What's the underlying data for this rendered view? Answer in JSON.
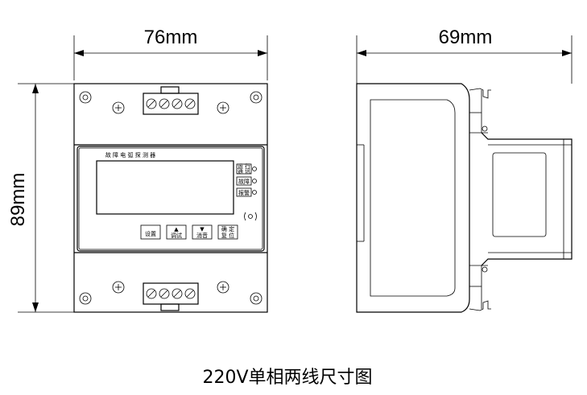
{
  "dimensions": {
    "width_front": "76mm",
    "width_side": "69mm",
    "height": "89mm"
  },
  "panel": {
    "title": "故 障 电 弧 探 测 器",
    "indicators": [
      {
        "label_line1": "运 行",
        "label_line2": "通 讯"
      },
      {
        "label_line1": "故障",
        "label_line2": ""
      },
      {
        "label_line1": "报警",
        "label_line2": ""
      }
    ],
    "buttons": [
      {
        "symbol": "",
        "label": "设置"
      },
      {
        "symbol": "▲",
        "label": "调试"
      },
      {
        "symbol": "▼",
        "label": "消音"
      },
      {
        "symbol": "",
        "label": "确 定",
        "label2": "复 位"
      }
    ]
  },
  "caption": "220V单相两线尺寸图"
}
